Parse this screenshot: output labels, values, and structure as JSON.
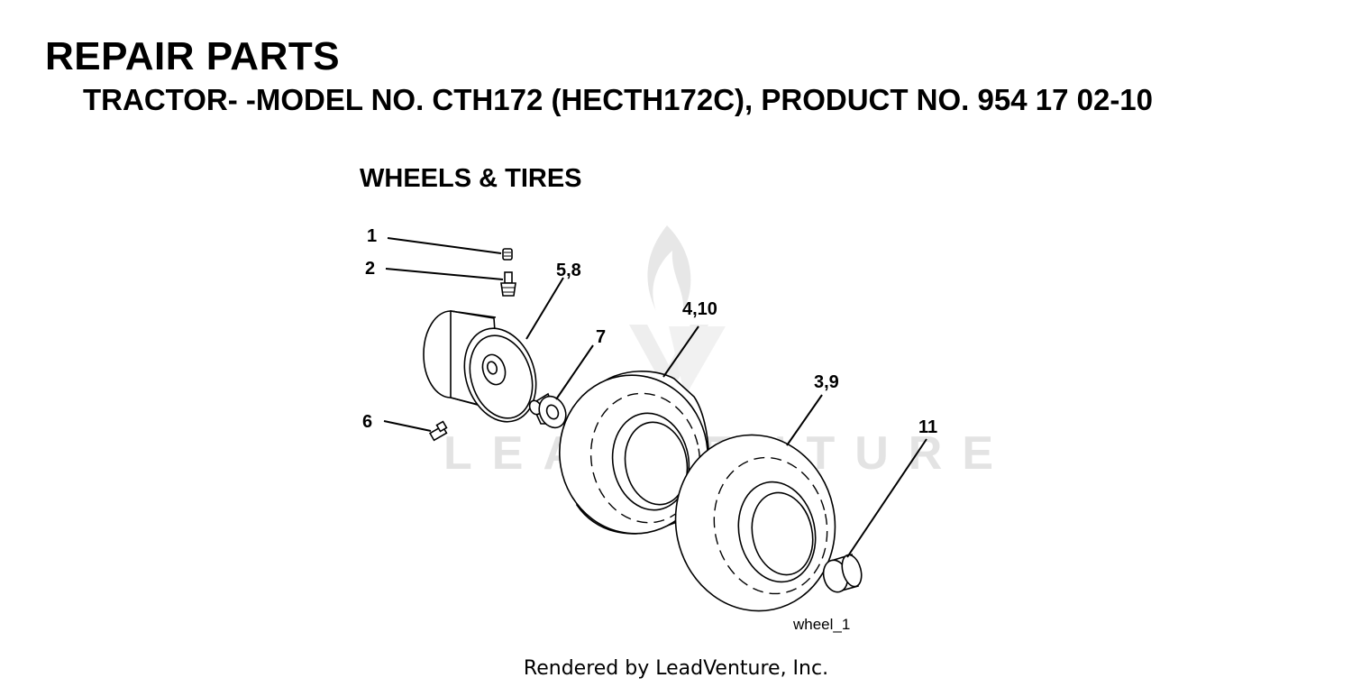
{
  "header": {
    "title": "REPAIR PARTS",
    "subtitle": "TRACTOR- -MODEL NO. CTH172 (HECTH172C), PRODUCT NO. 954 17 02-10"
  },
  "section": {
    "title": "WHEELS & TIRES"
  },
  "diagram": {
    "callouts": {
      "cap": "1",
      "valve": "2",
      "rim": "5,8",
      "bushing": "7",
      "front_tire": "4,10",
      "rear_tire": "3,9",
      "hub_cap": "11",
      "screw": "6"
    },
    "figure_id": "wheel_1",
    "watermark": "LEADVENTURE"
  },
  "footer": {
    "text": "Rendered by LeadVenture, Inc."
  }
}
